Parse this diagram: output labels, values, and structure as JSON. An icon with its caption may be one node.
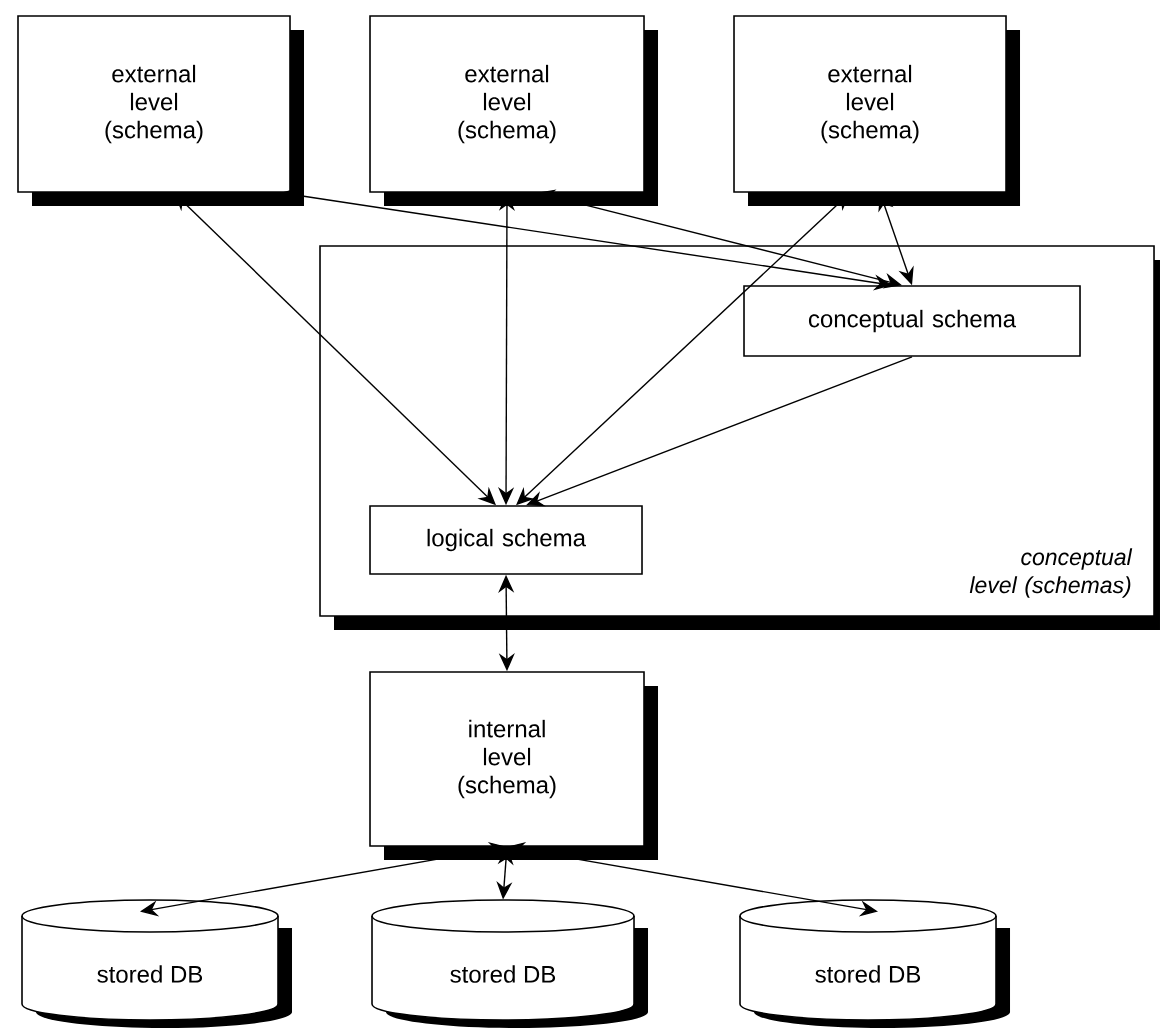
{
  "diagram": {
    "nodes": [
      {
        "text": [
          "external level (schema)"
        ]
      },
      {
        "text": [
          "external level (schema)"
        ]
      },
      {
        "text": [
          "external level (schema)"
        ]
      },
      {
        "text": [
          "conceptual level (schemas)"
        ]
      },
      {
        "text": [
          "conceptual schema"
        ],
        "in": 3
      },
      {
        "text": [
          "logical schema"
        ],
        "in": 3
      },
      {
        "text": [
          "internal level (schema)"
        ]
      },
      {
        "text": [
          "stored DB"
        ]
      },
      {
        "text": [
          "stored DB"
        ]
      },
      {
        "text": [
          "stored DB"
        ]
      }
    ],
    "edges": [
      {
        "from": 0,
        "to": 5,
        "arrow": "both"
      },
      {
        "from": 1,
        "to": 5,
        "arrow": "both"
      },
      {
        "from": 2,
        "to": 5,
        "arrow": "both"
      },
      {
        "from": 0,
        "to": 4,
        "arrow": "both"
      },
      {
        "from": 1,
        "to": 4,
        "arrow": "both"
      },
      {
        "from": 2,
        "to": 4,
        "arrow": "both"
      },
      {
        "from": 4,
        "to": 5,
        "arrow": "to"
      },
      {
        "from": 5,
        "to": 6,
        "arrow": "both"
      },
      {
        "from": 6,
        "to": 7,
        "arrow": "both"
      },
      {
        "from": 6,
        "to": 8,
        "arrow": "both"
      },
      {
        "from": 6,
        "to": 9,
        "arrow": "both"
      }
    ]
  }
}
